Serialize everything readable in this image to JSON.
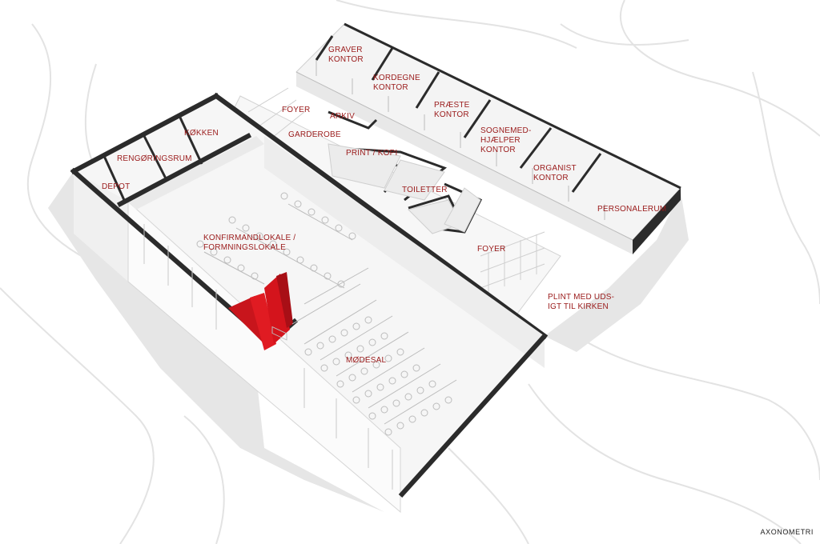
{
  "caption": "AXONOMETRI",
  "rooms": {
    "graver": [
      "GRAVER",
      "KONTOR"
    ],
    "kordegne": [
      "KORDEGNE",
      "KONTOR"
    ],
    "praeste": [
      "PRÆSTE",
      "KONTOR"
    ],
    "sognemed": [
      "SOGNEMED-",
      "HJÆLPER",
      "KONTOR"
    ],
    "organist": [
      "ORGANIST",
      "KONTOR"
    ],
    "personalerum": "PERSONALERUM",
    "foyer_top": "FOYER",
    "arkiv": "ARKIV",
    "garderobe": "GARDEROBE",
    "print": "PRINT / KOPI",
    "toiletter": "TOILETTER",
    "koekken": "KØKKEN",
    "rengoering": "RENGØRINGSRUM",
    "depot": "DEPOT",
    "konfirmand": [
      "KONFIRMANDLOKALE /",
      "FORMNINGSLOKALE"
    ],
    "foyer_right": "FOYER",
    "plint": [
      "PLINT MED UDS-",
      "IGT TIL KIRKEN"
    ],
    "moedesal": "MØDESAL"
  },
  "colors": {
    "label": "#9a1a1a",
    "wall_top": "#2b2b2b",
    "accent_red": "#d4141c",
    "shadow": "#d9d9d9",
    "contour": "#e4e4e4"
  }
}
